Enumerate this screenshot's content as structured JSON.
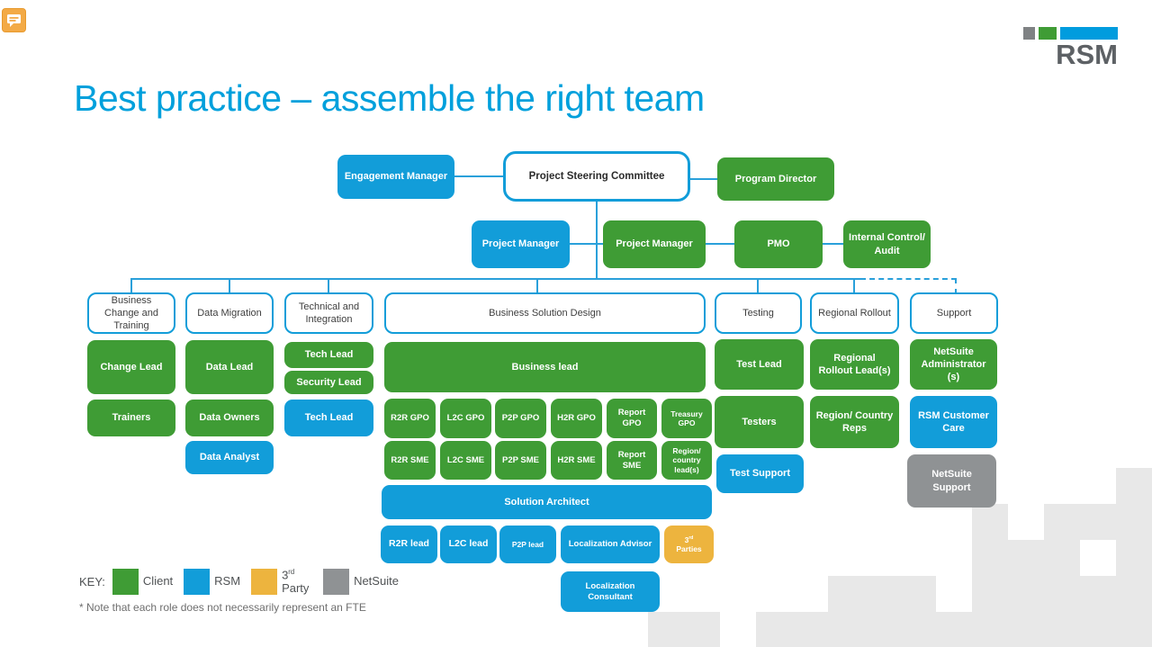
{
  "slide": {
    "title": "Best practice – assemble the right team",
    "footnote": "* Note that each role does not necessarily represent an FTE"
  },
  "logo": {
    "text": "RSM"
  },
  "colors": {
    "client_green": "#3f9c35",
    "rsm_blue": "#129dd9",
    "third_party_orange": "#edb43e",
    "netsuite_gray": "#8f9294",
    "title_blue": "#00a0dc",
    "connector_blue": "#2aa0da"
  },
  "org": {
    "top": {
      "engagement_manager": {
        "label": "Engagement Manager",
        "type": "RSM"
      },
      "steering_committee": {
        "label": "Project Steering Committee"
      },
      "program_director": {
        "label": "Program Director",
        "type": "Client"
      }
    },
    "pm_row": {
      "project_manager_rsm": {
        "label": "Project Manager",
        "type": "RSM"
      },
      "project_manager_client": {
        "label": "Project Manager",
        "type": "Client"
      },
      "pmo": {
        "label": "PMO",
        "type": "Client"
      },
      "internal_control": {
        "label": "Internal Control/ Audit",
        "type": "Client"
      }
    },
    "columns": [
      {
        "header": "Business Change and Training",
        "boxes": [
          {
            "label": "Change Lead",
            "type": "Client"
          },
          {
            "label": "Trainers",
            "type": "Client"
          }
        ]
      },
      {
        "header": "Data Migration",
        "boxes": [
          {
            "label": "Data Lead",
            "type": "Client"
          },
          {
            "label": "Data Owners",
            "type": "Client"
          },
          {
            "label": "Data Analyst",
            "type": "RSM"
          }
        ]
      },
      {
        "header": "Technical and Integration",
        "boxes": [
          {
            "label": "Tech Lead",
            "type": "Client"
          },
          {
            "label": "Security Lead",
            "type": "Client"
          },
          {
            "label": "Tech Lead",
            "type": "RSM"
          }
        ]
      },
      {
        "header": "Business Solution Design",
        "boxes": [
          {
            "label": "Business lead",
            "type": "Client"
          },
          {
            "label": "R2R GPO",
            "type": "Client"
          },
          {
            "label": "L2C GPO",
            "type": "Client"
          },
          {
            "label": "P2P GPO",
            "type": "Client"
          },
          {
            "label": "H2R GPO",
            "type": "Client"
          },
          {
            "label": "Report GPO",
            "type": "Client"
          },
          {
            "label": "Treasury GPO",
            "type": "Client"
          },
          {
            "label": "R2R SME",
            "type": "Client"
          },
          {
            "label": "L2C SME",
            "type": "Client"
          },
          {
            "label": "P2P SME",
            "type": "Client"
          },
          {
            "label": "H2R SME",
            "type": "Client"
          },
          {
            "label": "Report SME",
            "type": "Client"
          },
          {
            "label": "Region/ country lead(s)",
            "type": "Client"
          },
          {
            "label": "Solution Architect",
            "type": "RSM"
          },
          {
            "label": "R2R lead",
            "type": "RSM"
          },
          {
            "label": "L2C lead",
            "type": "RSM"
          },
          {
            "label": "P2P lead",
            "type": "RSM"
          },
          {
            "label": "Localization Advisor",
            "type": "RSM"
          },
          {
            "label": "3rd Parties",
            "num": "3",
            "sup": "rd",
            "rest": "Parties",
            "type": "3rd Party"
          },
          {
            "label": "Localization Consultant",
            "type": "RSM"
          }
        ]
      },
      {
        "header": "Testing",
        "boxes": [
          {
            "label": "Test Lead",
            "type": "Client"
          },
          {
            "label": "Testers",
            "type": "Client"
          },
          {
            "label": "Test Support",
            "type": "RSM"
          }
        ]
      },
      {
        "header": "Regional Rollout",
        "boxes": [
          {
            "label": "Regional Rollout Lead(s)",
            "type": "Client"
          },
          {
            "label": "Region/ Country Reps",
            "type": "Client"
          }
        ]
      },
      {
        "header": "Support",
        "boxes": [
          {
            "label": "NetSuite Administrator (s)",
            "type": "Client"
          },
          {
            "label": "RSM Customer Care",
            "type": "RSM"
          },
          {
            "label": "NetSuite Support",
            "type": "NetSuite"
          }
        ]
      }
    ]
  },
  "key": {
    "label": "KEY:",
    "items": [
      {
        "label": "Client",
        "color": "#3f9c35"
      },
      {
        "label": "RSM",
        "color": "#129dd9"
      },
      {
        "label": "3rd Party",
        "num": "3",
        "sup": "rd",
        "rest": "Party",
        "color": "#edb43e"
      },
      {
        "label": "NetSuite",
        "color": "#8f9294"
      }
    ]
  },
  "icons": {
    "comment_icon": "comment-bubble"
  }
}
